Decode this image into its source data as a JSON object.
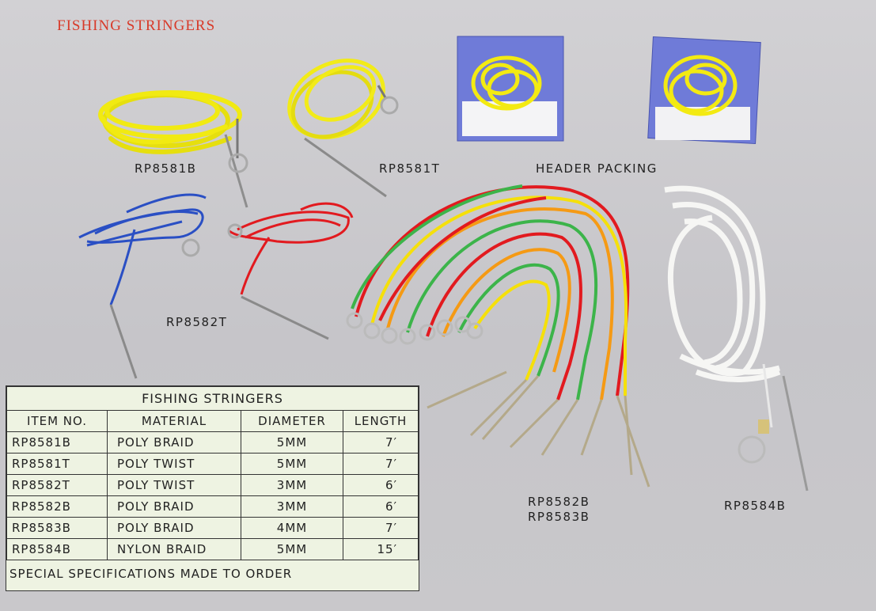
{
  "page_title": "FISHING STRINGERS",
  "product_labels": {
    "rp8581b": "RP8581B",
    "rp8581t": "RP8581T",
    "header_packing": "HEADER PACKING",
    "rp8582t": "RP8582T",
    "rp8582b": "RP8582B",
    "rp8583b": "RP8583B",
    "rp8584b": "RP8584B"
  },
  "spec_table": {
    "caption": "FISHING STRINGERS",
    "headers": [
      "ITEM NO.",
      "MATERIAL",
      "DIAMETER",
      "LENGTH"
    ],
    "rows": [
      [
        "RP8581B",
        "POLY BRAID",
        "5MM",
        "7′"
      ],
      [
        "RP8581T",
        "POLY TWIST",
        "5MM",
        "7′"
      ],
      [
        "RP8582T",
        "POLY TWIST",
        "3MM",
        "6′"
      ],
      [
        "RP8582B",
        "POLY BRAID",
        "3MM",
        "6′"
      ],
      [
        "RP8583B",
        "POLY BRAID",
        "4MM",
        "7′"
      ],
      [
        "RP8584B",
        "NYLON BRAID",
        "5MM",
        "15′"
      ]
    ],
    "footnote": "SPECIAL SPECIFICATIONS MADE TO ORDER"
  },
  "colors": {
    "title": "#d83a2a",
    "background": "#c9c8cb",
    "table_bg": "#eef3e2",
    "yellow_cord": "#f1ea12",
    "blue_cord": "#2a4fc4",
    "red_cord": "#e21a1f",
    "white_cord": "#f6f6f4"
  }
}
